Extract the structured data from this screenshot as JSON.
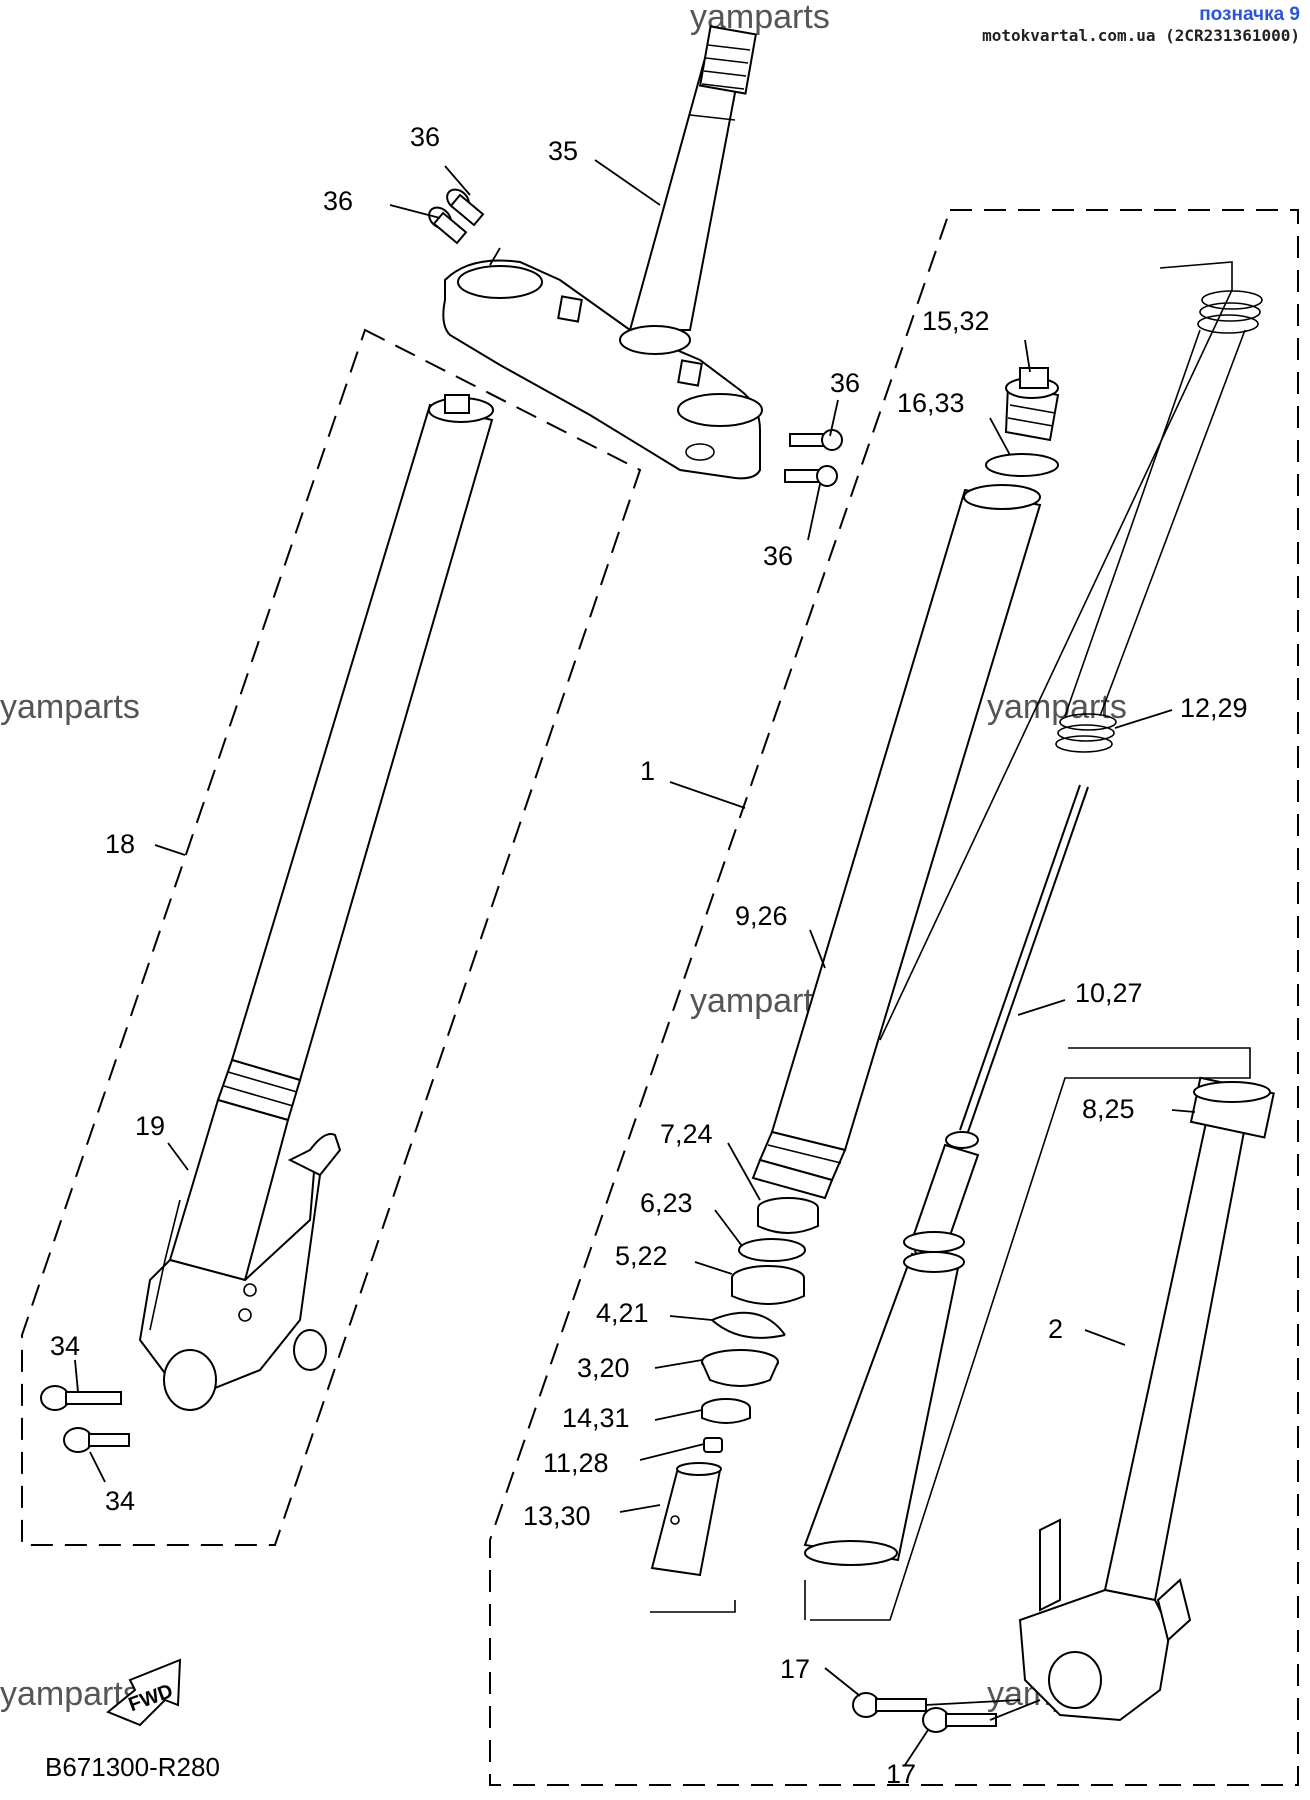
{
  "header": {
    "note_title": "позначка 9",
    "note_subtitle": "motokvartal.com.ua (2CR231361000)"
  },
  "diagram_code": "B671300-R280",
  "fwd_label": "FWD",
  "watermark": "yamparts",
  "callouts": {
    "c36a": "36",
    "c36b": "36",
    "c36c": "36",
    "c36d": "36",
    "c35": "35",
    "c15_32": "15,32",
    "c16_33": "16,33",
    "c12_29": "12,29",
    "c1": "1",
    "c18": "18",
    "c9_26": "9,26",
    "c10_27": "10,27",
    "c8_25": "8,25",
    "c19": "19",
    "c7_24": "7,24",
    "c6_23": "6,23",
    "c5_22": "5,22",
    "c4_21": "4,21",
    "c3_20": "3,20",
    "c14_31": "14,31",
    "c11_28": "11,28",
    "c13_30": "13,30",
    "c2": "2",
    "c34a": "34",
    "c34b": "34",
    "c17a": "17",
    "c17b": "17"
  }
}
